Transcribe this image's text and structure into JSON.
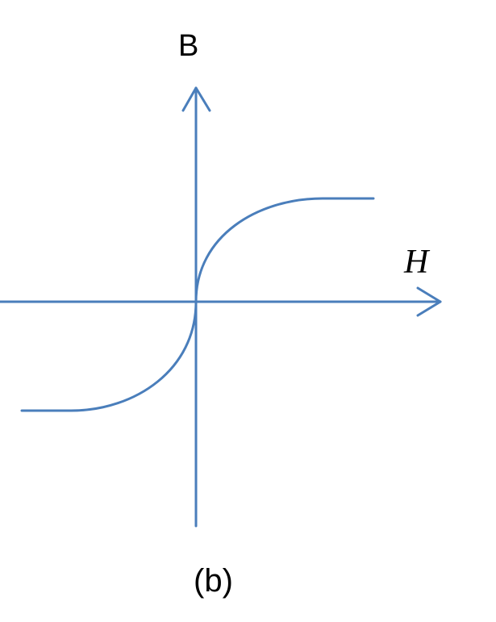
{
  "diagram": {
    "y_axis_label": "B",
    "x_axis_label": "H",
    "caption": "(b)",
    "stroke_color": "#4a7ebb"
  }
}
